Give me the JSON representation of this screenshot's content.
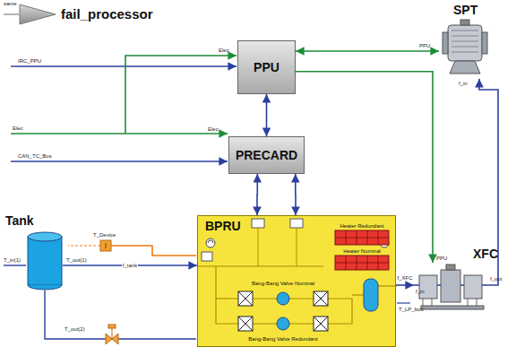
{
  "diagram": {
    "nodes": [
      {
        "text": [
          "fail_processor"
        ]
      },
      {
        "text": [
          "PPU"
        ]
      },
      {
        "text": [
          "PRECARD"
        ]
      },
      {
        "text": [
          "BPRU"
        ]
      },
      {
        "text": [
          "Heater Redundant"
        ],
        "in": 3
      },
      {
        "text": [
          "Heater Nominal"
        ],
        "in": 3
      },
      {
        "text": [
          "Bang-Bang Valve Nominal"
        ],
        "in": 3
      },
      {
        "text": [
          "Bang-Bang Valve Redundant"
        ],
        "in": 3
      },
      {
        "text": [
          "Tank"
        ]
      },
      {
        "text": [
          "SPT"
        ]
      },
      {
        "text": [
          "XFC"
        ]
      }
    ],
    "edges": [
      {
        "from": 1,
        "to": 2,
        "arrow": "both"
      },
      {
        "from": 2,
        "to": 3,
        "arrow": "both"
      },
      {
        "from": 2,
        "to": 3,
        "arrow": "both"
      },
      {
        "from": 1,
        "to": 9,
        "arrow": "both"
      },
      {
        "from": 1,
        "to": 10,
        "arrow": "to"
      },
      {
        "from": 8,
        "to": 3,
        "label": "f_tank",
        "arrow": "to"
      },
      {
        "from": 3,
        "to": 10,
        "label": "f_XFC",
        "arrow": "to"
      },
      {
        "from": 10,
        "to": 9,
        "arrow": "to"
      }
    ],
    "labels": [
      "same",
      "IRC_PPU",
      "Elec",
      "Elec",
      "Elec",
      "CAN_TC_Bus",
      "T_Device",
      "T_in(1)",
      "T_out(1)",
      "T_out(2)",
      "PPU",
      "f_in",
      "PPU",
      "f_in",
      "f_out",
      "T_LP_bott"
    ]
  }
}
